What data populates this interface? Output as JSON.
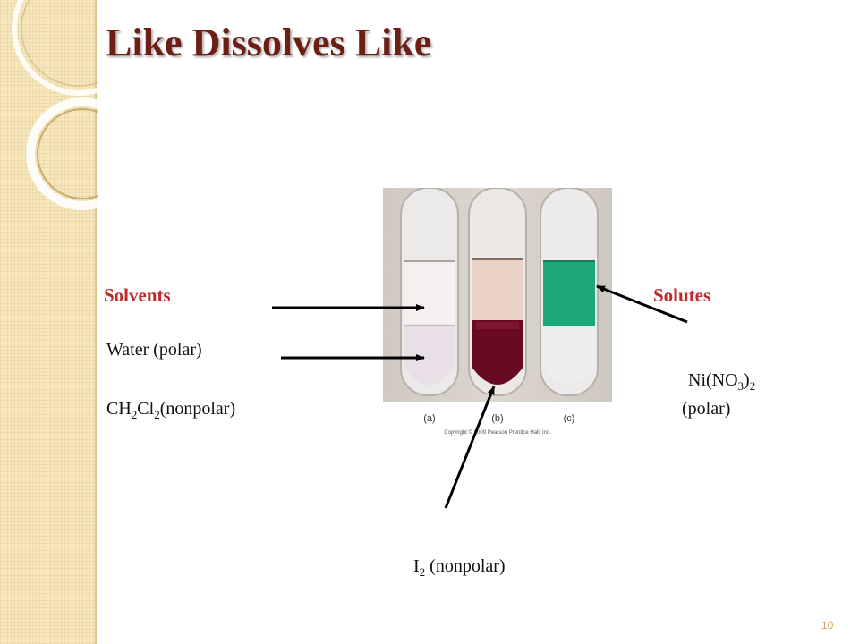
{
  "slide": {
    "title": "Like Dissolves Like",
    "number": "10"
  },
  "solvents": {
    "heading": "Solvents",
    "water_label": "Water (polar)",
    "dcm": {
      "c": "CH",
      "sub1": "2",
      "cl": "Cl",
      "sub2": "2",
      "suffix": "(nonpolar)"
    }
  },
  "solutes": {
    "heading": "Solutes",
    "nickel": {
      "prefix": "Ni(NO",
      "sub1": "3",
      "mid": ")",
      "sub2": "2"
    },
    "nickel_polarity": "(polar)",
    "iodine": {
      "prefix": "I",
      "sub1": "2",
      "suffix": " (nonpolar)"
    }
  },
  "photo": {
    "tube_labels": [
      "(a)",
      "(b)",
      "(c)"
    ],
    "copyright": "Copyright © 2009 Pearson Prentice Hall, Inc."
  },
  "colors": {
    "title": "#6d1f15",
    "heading": "#c0292b",
    "iodine_solution": "#6a0a22",
    "nickel_solution": "#1fa77c"
  }
}
